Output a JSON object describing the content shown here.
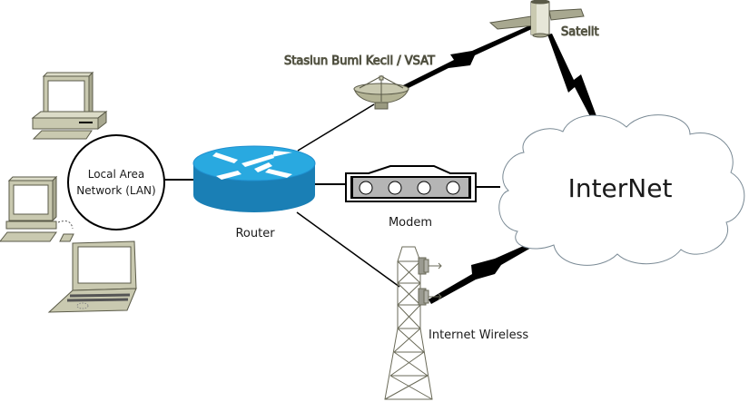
{
  "diagram": {
    "nodes": {
      "lan": {
        "label_line1": "Local Area",
        "label_line2": "Network (LAN)"
      },
      "router": {
        "label": "Router"
      },
      "vsat": {
        "label": "Stasiun Bumi Kecil / VSAT"
      },
      "satellite": {
        "label": "Satelit"
      },
      "modem": {
        "label": "Modem"
      },
      "internet": {
        "label": "InterNet"
      },
      "wireless": {
        "label": "Internet Wireless"
      }
    },
    "colors": {
      "router_top": "#29a9e0",
      "router_side": "#1a7fb5",
      "device_body": "#c9c9b0",
      "device_outline": "#5a5a48",
      "cloud_outline": "#7a8a95"
    }
  }
}
